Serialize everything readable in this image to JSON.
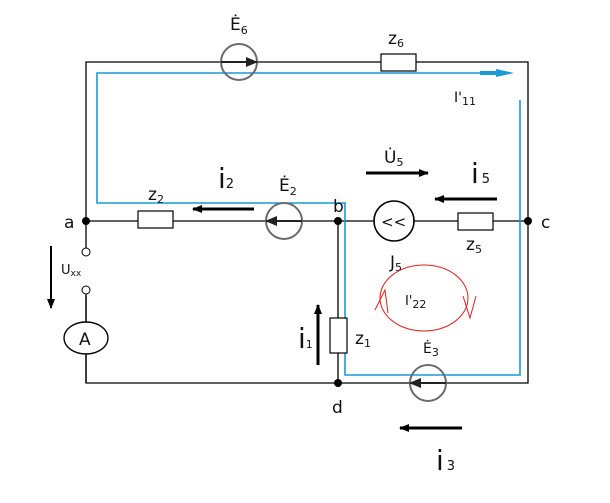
{
  "diagram": {
    "type": "electric-circuit",
    "colors": {
      "wire": "#000000",
      "loop_I11": "#1a9ad6",
      "loop_I22": "#e02020",
      "source_circle": "#6b6b6b"
    },
    "nodes": {
      "a": "a",
      "b": "b",
      "c": "c",
      "d": "d"
    },
    "elements": {
      "E6": {
        "symbol": "Ė",
        "sub": "6",
        "kind": "emf-source"
      },
      "z6": {
        "symbol": "z",
        "sub": "6",
        "kind": "impedance"
      },
      "z2": {
        "symbol": "z",
        "sub": "2",
        "kind": "impedance"
      },
      "E2": {
        "symbol": "Ė",
        "sub": "2",
        "kind": "emf-source"
      },
      "J5": {
        "symbol": "J",
        "sub": "5",
        "kind": "current-source",
        "glyph": "<<"
      },
      "z5": {
        "symbol": "z",
        "sub": "5",
        "kind": "impedance"
      },
      "U5": {
        "symbol": "U̇",
        "sub": "5",
        "kind": "voltage-label"
      },
      "z1": {
        "symbol": "z",
        "sub": "1",
        "kind": "impedance"
      },
      "E3": {
        "symbol": "Ė",
        "sub": "3",
        "kind": "emf-source"
      },
      "A": {
        "symbol": "A",
        "kind": "ammeter"
      },
      "Uxx": {
        "symbol": "U",
        "sub": "xx",
        "kind": "open-circuit-voltage"
      }
    },
    "currents": {
      "i1": {
        "symbol": "i",
        "sub": "1",
        "direction": "up"
      },
      "i2": {
        "symbol": "i",
        "sub": "2",
        "direction": "left"
      },
      "i5": {
        "symbol": "i",
        "sub": "5",
        "direction": "left"
      },
      "i3": {
        "symbol": "i",
        "sub": "3",
        "direction": "left"
      }
    },
    "loop_currents": {
      "I11": {
        "symbol": "I'",
        "sub": "11",
        "direction": "clockwise"
      },
      "I22": {
        "symbol": "I'",
        "sub": "22",
        "direction": "clockwise"
      }
    }
  }
}
